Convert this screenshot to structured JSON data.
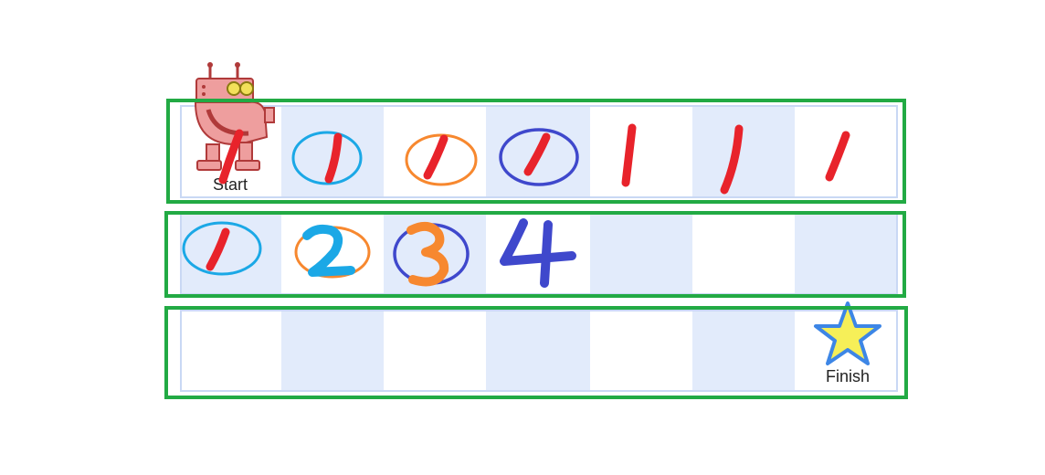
{
  "board": {
    "rows": 3,
    "cols": 7,
    "start_label": "Start",
    "finish_label": "Finish"
  },
  "colors": {
    "cell_white": "#ffffff",
    "cell_blue": "#e2ebfb",
    "grid_line": "#c9d8f4",
    "row_outline": "#22aa44",
    "tally_red": "#e8232b",
    "circle_cyan": "#1ba8e6",
    "circle_orange": "#f7882f",
    "circle_indigo": "#3f48cc"
  },
  "annotations": {
    "row1_tallies": 7,
    "row2_numbers": [
      "2",
      "3",
      "4"
    ]
  },
  "icons": {
    "robot": "robot-icon",
    "star": "star-icon"
  }
}
